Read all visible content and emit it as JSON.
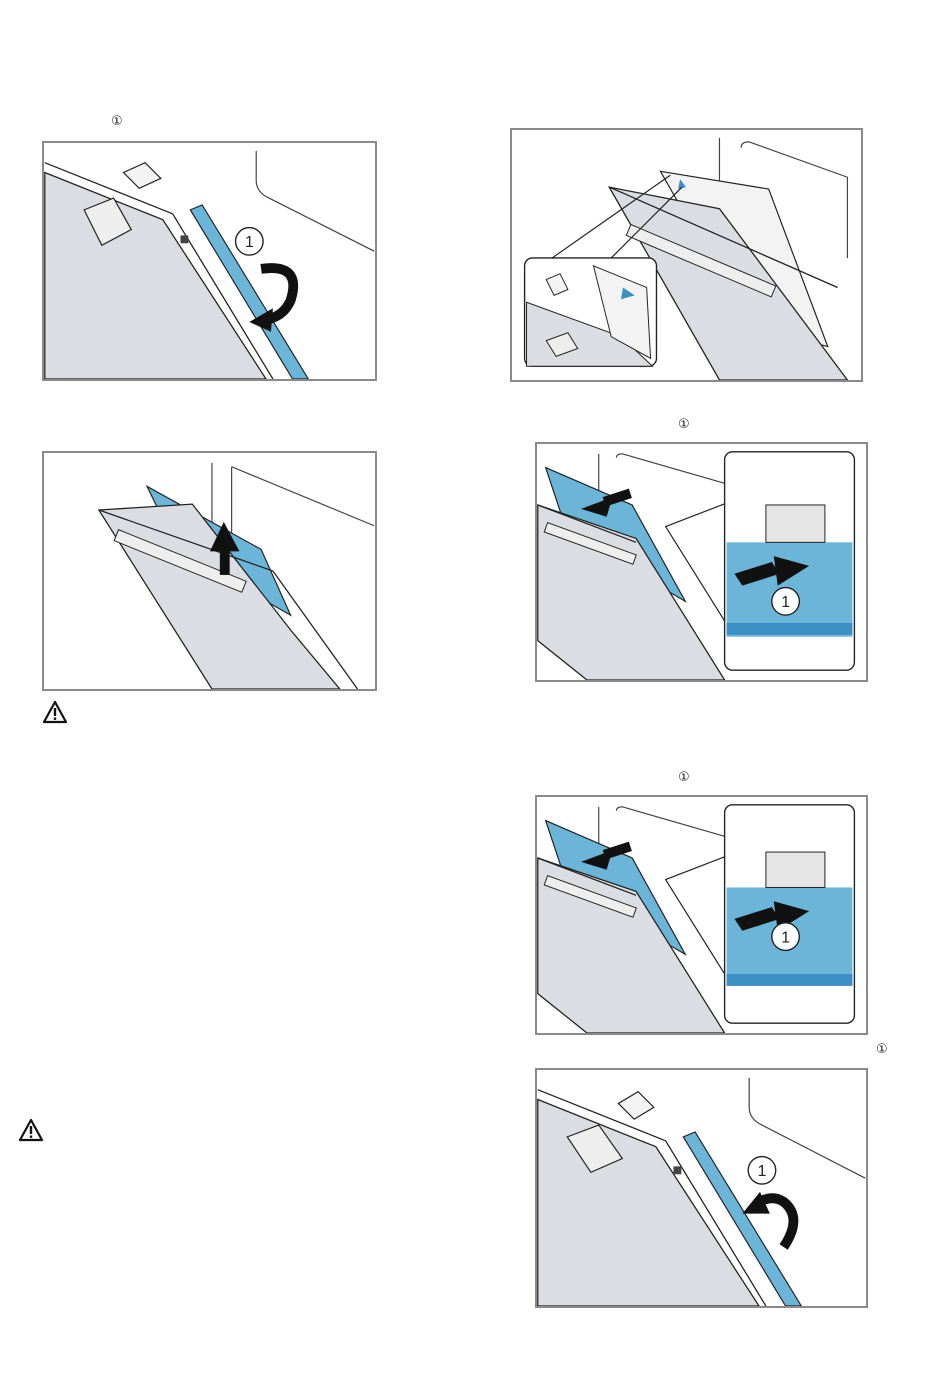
{
  "markers": {
    "step_ref_1": "①",
    "step_ref_2": "①",
    "step_ref_3": "①",
    "step_ref_4": "①"
  },
  "callouts": {
    "fig1": "1",
    "fig4": "1",
    "fig5": "1",
    "fig6": "1"
  },
  "colors": {
    "glass_blue": "#6bb6d8",
    "door_grey": "#dcdde2",
    "frame_border": "#8a8a8a",
    "line": "#222222"
  },
  "icons": {
    "warning": "warning-triangle-icon",
    "arrow": "arrow-icon",
    "callout": "circled-number-icon"
  }
}
